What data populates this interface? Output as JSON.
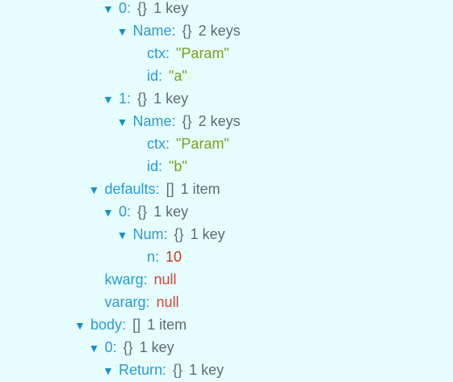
{
  "tree": {
    "rows": [
      {
        "depth": 4,
        "arrow": "▼",
        "key": "0",
        "type": "{}",
        "meta": "1 key",
        "clip": true
      },
      {
        "depth": 5,
        "arrow": "▼",
        "key": "Name",
        "type": "{}",
        "meta": "2 keys"
      },
      {
        "depth": 6,
        "arrow": "",
        "key": "ctx",
        "value": "\"Param\"",
        "vtype": "str"
      },
      {
        "depth": 6,
        "arrow": "",
        "key": "id",
        "value": "\"a\"",
        "vtype": "str"
      },
      {
        "depth": 4,
        "arrow": "▼",
        "key": "1",
        "type": "{}",
        "meta": "1 key"
      },
      {
        "depth": 5,
        "arrow": "▼",
        "key": "Name",
        "type": "{}",
        "meta": "2 keys"
      },
      {
        "depth": 6,
        "arrow": "",
        "key": "ctx",
        "value": "\"Param\"",
        "vtype": "str"
      },
      {
        "depth": 6,
        "arrow": "",
        "key": "id",
        "value": "\"b\"",
        "vtype": "str"
      },
      {
        "depth": 3,
        "arrow": "▼",
        "key": "defaults",
        "type": "[]",
        "meta": "1 item"
      },
      {
        "depth": 4,
        "arrow": "▼",
        "key": "0",
        "type": "{}",
        "meta": "1 key"
      },
      {
        "depth": 5,
        "arrow": "▼",
        "key": "Num",
        "type": "{}",
        "meta": "1 key"
      },
      {
        "depth": 6,
        "arrow": "",
        "key": "n",
        "value": "10",
        "vtype": "num"
      },
      {
        "depth": 3,
        "arrow": "",
        "key": "kwarg",
        "value": "null",
        "vtype": "nul"
      },
      {
        "depth": 3,
        "arrow": "",
        "key": "vararg",
        "value": "null",
        "vtype": "nul"
      },
      {
        "depth": 2,
        "arrow": "▼",
        "key": "body",
        "type": "[]",
        "meta": "1 item"
      },
      {
        "depth": 3,
        "arrow": "▼",
        "key": "0",
        "type": "{}",
        "meta": "1 key"
      },
      {
        "depth": 4,
        "arrow": "▼",
        "key": "Return",
        "type": "{}",
        "meta": "1 key"
      }
    ]
  },
  "colors": {
    "background": "#e6fefe",
    "key": "#2b9ad2",
    "arrow": "#1a90c8",
    "string": "#7da017",
    "number": "#c6391f",
    "null": "#d24436",
    "meta": "#5e6b73"
  }
}
